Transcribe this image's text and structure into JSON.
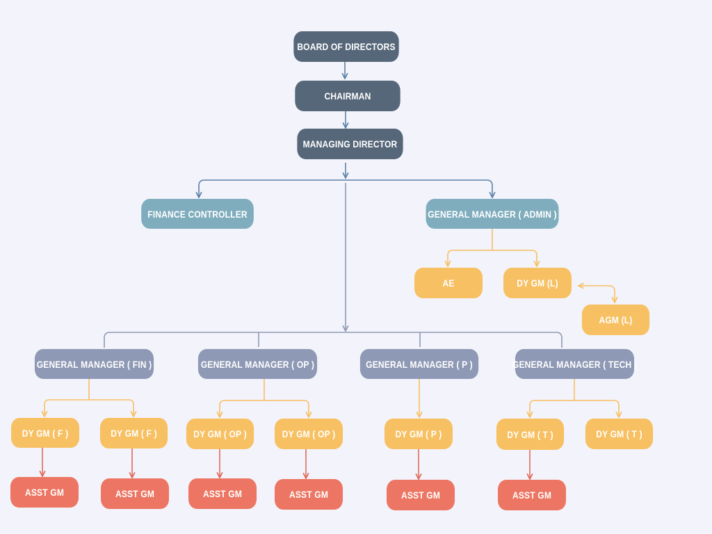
{
  "colors": {
    "executive": "#566779",
    "senior": "#7fadbd",
    "general_manager": "#8e99b5",
    "deputy": "#f7c062",
    "assistant": "#ec7663",
    "line_blue": "#5b82a8",
    "line_slate": "#8e99b5",
    "line_amber": "#f7c062",
    "line_coral": "#e06a5a",
    "background": "#f3f3fb"
  },
  "nodes": {
    "board": "BOARD OF DIRECTORS",
    "chairman": "CHAIRMAN",
    "md": "MANAGING DIRECTOR",
    "fc": "FINANCE CONTROLLER",
    "gm_admin": "GENERAL MANAGER ( ADMIN )",
    "ae": "AE",
    "dygm_l": "DY GM (L)",
    "agm_l": "AGM (L)",
    "gm_fin": "GENERAL MANAGER ( FIN )",
    "gm_op": "GENERAL MANAGER ( OP )",
    "gm_p": "GENERAL MANAGER ( P )",
    "gm_tech": "GENERAL MANAGER ( TECH )",
    "dygm_f1": "DY GM ( F )",
    "dygm_f2": "DY GM ( F )",
    "dygm_op1": "DY GM ( OP )",
    "dygm_op2": "DY GM ( OP )",
    "dygm_p": "DY GM ( P )",
    "dygm_t1": "DY GM ( T )",
    "dygm_t2": "DY GM ( T )",
    "asst_f1": "ASST GM",
    "asst_f2": "ASST GM",
    "asst_op1": "ASST GM",
    "asst_op2": "ASST GM",
    "asst_p": "ASST GM",
    "asst_t1": "ASST GM"
  }
}
